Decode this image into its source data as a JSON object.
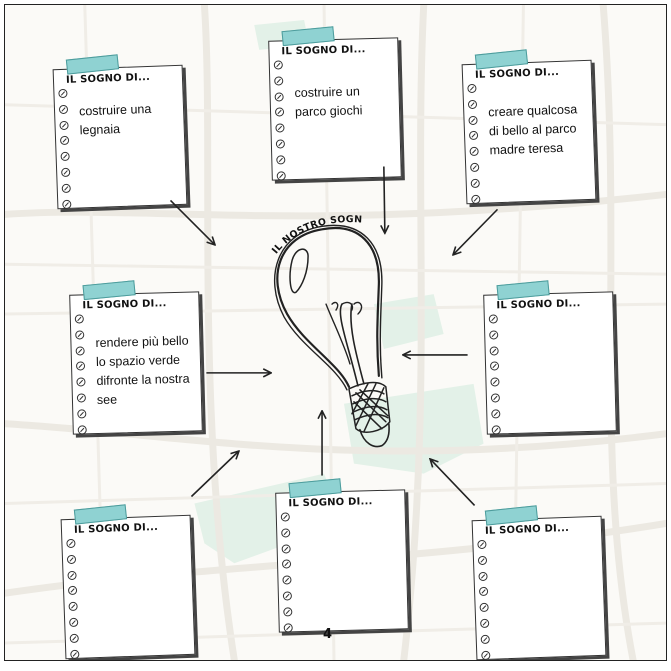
{
  "notes": [
    {
      "title": "IL SOGNO DI...",
      "text": "costruire una legnaia"
    },
    {
      "title": "IL SOGNO DI...",
      "text": "costruire un parco giochi"
    },
    {
      "title": "IL SOGNO DI...",
      "text": "creare qualcosa di bello al parco madre teresa"
    },
    {
      "title": "IL SOGNO DI...",
      "text": "rendere più bello lo spazio verde difronte la nostra see"
    },
    {
      "title": "IL SOGNO DI...",
      "text": ""
    },
    {
      "title": "IL SOGNO DI...",
      "text": ""
    },
    {
      "title": "IL SOGNO DI...",
      "text": ""
    },
    {
      "title": "IL SOGNO DI...",
      "text": ""
    }
  ],
  "bulb_label": "IL NOSTRO SOGNO",
  "page_number": "4",
  "colors": {
    "tape": "#8fd2d2",
    "map_green": "#cfe8d8",
    "line": "#222222"
  },
  "icons": {
    "bulb": "light-bulb-icon",
    "arrow": "arrow-icon",
    "ring": "spiral-ring-icon"
  }
}
